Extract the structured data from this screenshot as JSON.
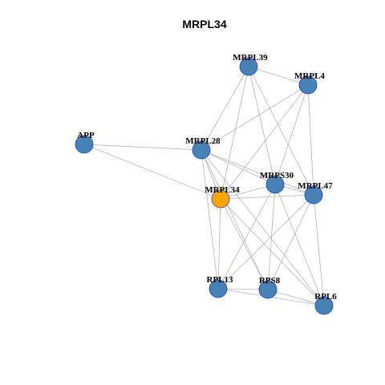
{
  "title": "MRPL34",
  "colors": {
    "node": "#4682b4",
    "node_border": "#1e3fbf",
    "focus_node": "#ffa500",
    "edge": "#b3b3b3"
  },
  "nodes": [
    {
      "id": "MRPL39",
      "label": "MRPL39",
      "focus": false
    },
    {
      "id": "MRPL4",
      "label": "MRPL4",
      "focus": false
    },
    {
      "id": "APP",
      "label": "APP",
      "focus": false
    },
    {
      "id": "MRPL28",
      "label": "MRPL28",
      "focus": false
    },
    {
      "id": "MRPS30",
      "label": "MRPS30",
      "focus": false
    },
    {
      "id": "MRPL47",
      "label": "MRPL47",
      "focus": false
    },
    {
      "id": "MRPL34",
      "label": "MRPL34",
      "focus": true
    },
    {
      "id": "RPL13",
      "label": "RPL13",
      "focus": false
    },
    {
      "id": "RPS8",
      "label": "RPS8",
      "focus": false
    },
    {
      "id": "RPL6",
      "label": "RPL6",
      "focus": false
    }
  ],
  "edges": [
    [
      "MRPL39",
      "MRPL4"
    ],
    [
      "MRPL39",
      "MRPL28"
    ],
    [
      "MRPL39",
      "MRPL34"
    ],
    [
      "MRPL39",
      "MRPS30"
    ],
    [
      "MRPL39",
      "MRPL47"
    ],
    [
      "MRPL4",
      "MRPL28"
    ],
    [
      "MRPL4",
      "MRPS30"
    ],
    [
      "MRPL4",
      "MRPL47"
    ],
    [
      "MRPL4",
      "MRPL34"
    ],
    [
      "APP",
      "MRPL28"
    ],
    [
      "APP",
      "MRPL34"
    ],
    [
      "MRPL28",
      "MRPS30"
    ],
    [
      "MRPL28",
      "MRPL47"
    ],
    [
      "MRPL28",
      "MRPL34"
    ],
    [
      "MRPL28",
      "RPL13"
    ],
    [
      "MRPL28",
      "RPS8"
    ],
    [
      "MRPL28",
      "RPL6"
    ],
    [
      "MRPS30",
      "MRPL47"
    ],
    [
      "MRPS30",
      "MRPL34"
    ],
    [
      "MRPS30",
      "RPL13"
    ],
    [
      "MRPS30",
      "RPS8"
    ],
    [
      "MRPS30",
      "RPL6"
    ],
    [
      "MRPL47",
      "MRPL34"
    ],
    [
      "MRPL47",
      "RPL13"
    ],
    [
      "MRPL47",
      "RPS8"
    ],
    [
      "MRPL47",
      "RPL6"
    ],
    [
      "MRPL34",
      "RPL13"
    ],
    [
      "MRPL34",
      "RPS8"
    ],
    [
      "MRPL34",
      "RPL6"
    ],
    [
      "RPL13",
      "RPS8"
    ],
    [
      "RPL13",
      "RPL6"
    ],
    [
      "RPS8",
      "RPL6"
    ]
  ]
}
